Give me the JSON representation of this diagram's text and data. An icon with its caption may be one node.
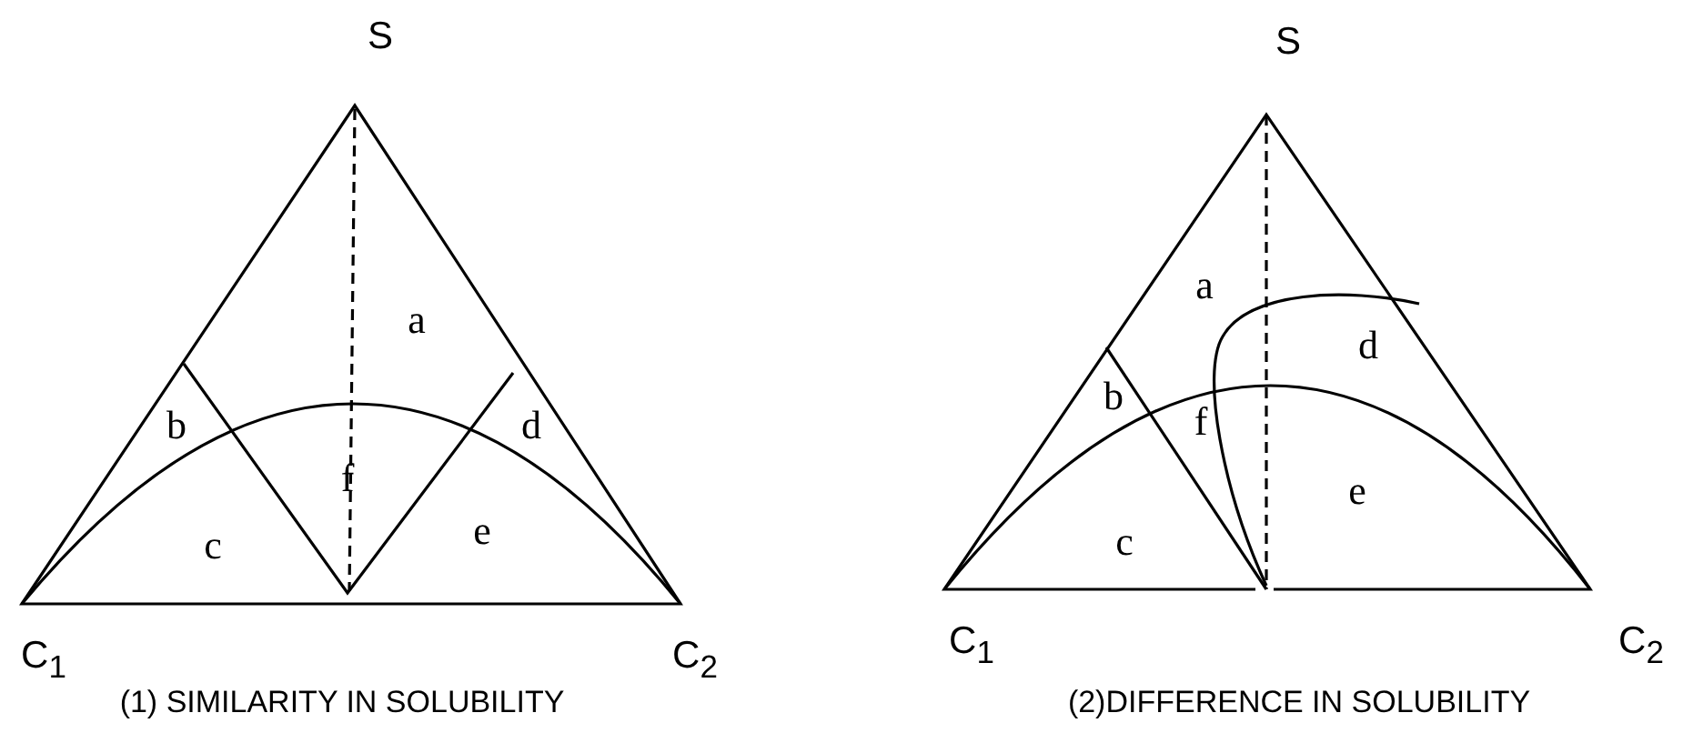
{
  "diagram": {
    "labels": [
      "S",
      "a",
      "b",
      "d",
      "f",
      "c",
      "e",
      "C$_{1}$",
      "C$_{2}$",
      "(1) SIMILARITY IN SOLUBILITY",
      "S",
      "a",
      "b",
      "d",
      "f",
      "c",
      "e",
      "C$_{1}$",
      "C$_{2}$",
      "(2)DIFFERENCE IN SOLUBILITY"
    ]
  }
}
